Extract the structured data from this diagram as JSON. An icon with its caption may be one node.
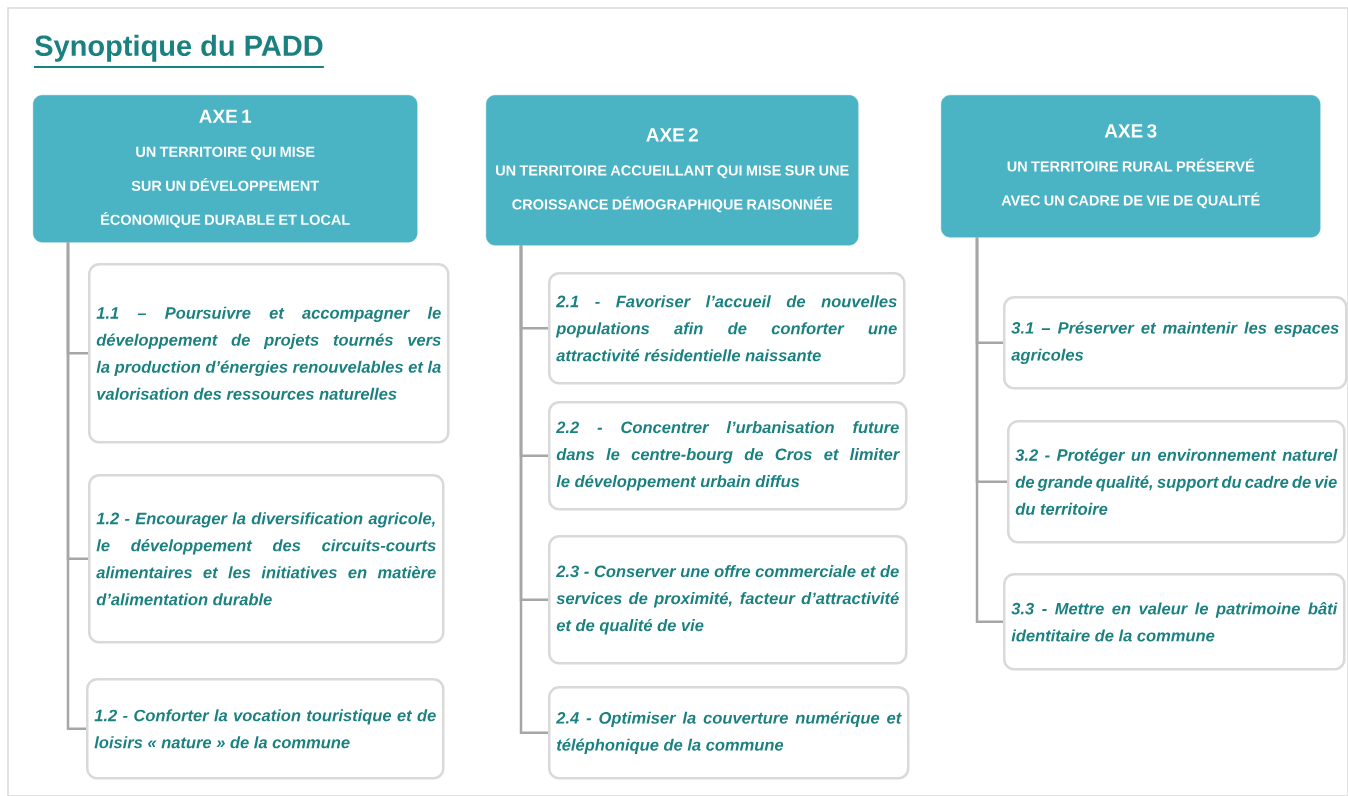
{
  "diagram": {
    "title": "Synoptique du PADD",
    "nodes": [
      {
        "text": [
          "AXE 1",
          "UN TERRITOIRE QUI MISE SUR UN DÉVELOPPEMENT ÉCONOMIQUE DURABLE ET LOCAL"
        ]
      },
      {
        "text": [
          "AXE 2",
          "UN TERRITOIRE ACCUEILLANT QUI MISE SUR UNE CROISSANCE DÉMOGRAPHIQUE RAISONNÉE"
        ]
      },
      {
        "text": [
          "AXE 3",
          "UN TERRITOIRE RURAL PRÉSERVÉ AVEC UN CADRE DE VIE DE QUALITÉ"
        ]
      },
      {
        "text": [
          "1.1 – Poursuivre et accompagner le développement de projets tournés vers la production d’énergies renouvelables et la valorisation des ressources naturelles"
        ]
      },
      {
        "text": [
          "1.2 - Encourager la diversification agricole, le développement des circuits-courts alimentaires et les initiatives en matière d’alimentation durable"
        ]
      },
      {
        "text": [
          "1.2 - Conforter la vocation touristique et de loisirs « nature » de la commune"
        ]
      },
      {
        "text": [
          "2.1 - Favoriser l’accueil de nouvelles populations afin de conforter une attractivité résidentielle naissante"
        ]
      },
      {
        "text": [
          "2.2 - Concentrer l’urbanisation future dans le centre-bourg de Cros et limiter le développement urbain diffus"
        ]
      },
      {
        "text": [
          "2.3 - Conserver une offre commerciale et de services de proximité, facteur d’attractivité et de qualité de vie"
        ]
      },
      {
        "text": [
          "2.4 - Optimiser la couverture numérique et téléphonique de la commune"
        ]
      },
      {
        "text": [
          "3.1 – Préserver et maintenir les espaces agricoles"
        ]
      },
      {
        "text": [
          "3.2 - Protéger un environnement naturel de grande qualité, support du cadre de vie du territoire"
        ]
      },
      {
        "text": [
          "3.3 - Mettre en valeur le patrimoine bâti identitaire de la commune"
        ]
      }
    ],
    "edges": [
      {
        "from": 0,
        "to": 3,
        "arrow": "none"
      },
      {
        "from": 0,
        "to": 4,
        "arrow": "none"
      },
      {
        "from": 0,
        "to": 5,
        "arrow": "none"
      },
      {
        "from": 1,
        "to": 6,
        "arrow": "none"
      },
      {
        "from": 1,
        "to": 7,
        "arrow": "none"
      },
      {
        "from": 1,
        "to": 8,
        "arrow": "none"
      },
      {
        "from": 1,
        "to": 9,
        "arrow": "none"
      },
      {
        "from": 2,
        "to": 10,
        "arrow": "none"
      },
      {
        "from": 2,
        "to": 11,
        "arrow": "none"
      },
      {
        "from": 2,
        "to": 12,
        "arrow": "none"
      }
    ]
  }
}
